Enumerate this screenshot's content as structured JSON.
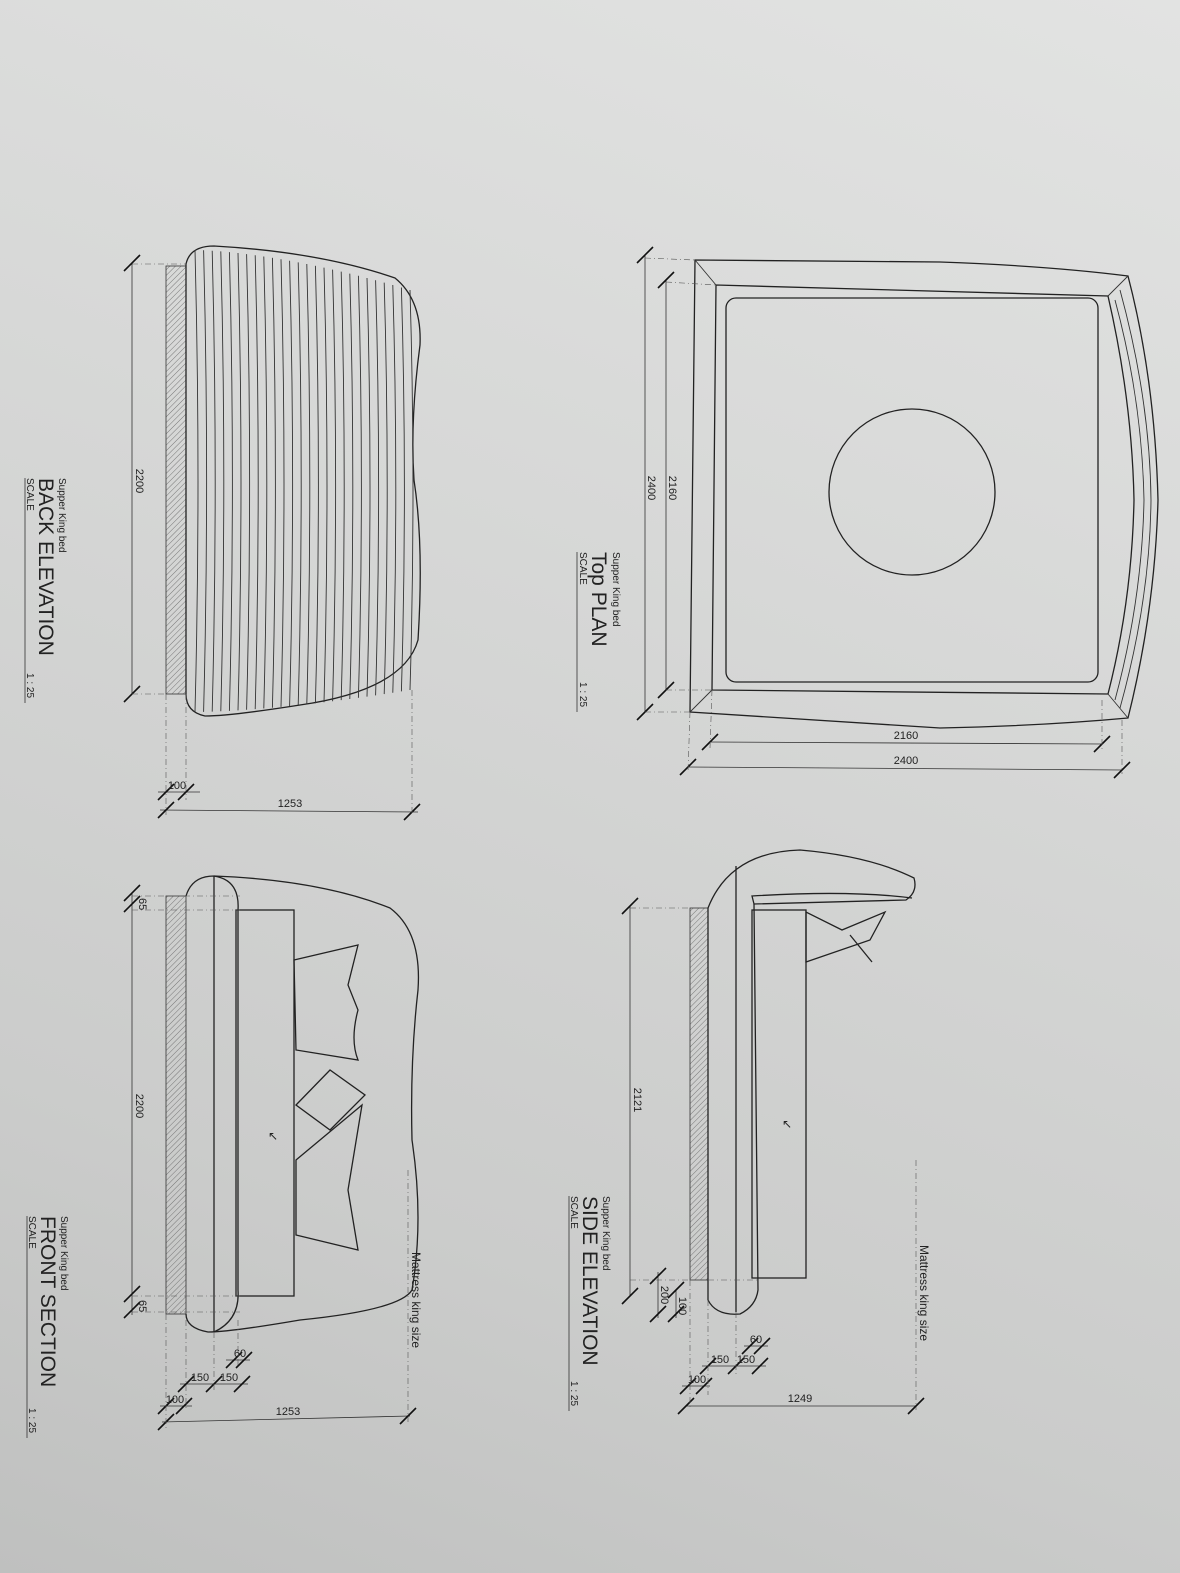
{
  "drawings": {
    "top_plan": {
      "subtitle": "Supper King bed",
      "title": "Top PLAN",
      "scale_label": "SCALE",
      "scale_value": "1 : 25",
      "dims": {
        "outer_h": "2400",
        "inner_h": "2160",
        "inner_w": "2160",
        "outer_w": "2400"
      }
    },
    "back_elevation": {
      "subtitle": "Supper King bed",
      "title": "BACK ELEVATION",
      "scale_label": "SCALE",
      "scale_value": "1 : 25",
      "dims": {
        "width": "2200",
        "base": "100",
        "depth": "1253"
      }
    },
    "side_elevation": {
      "subtitle": "Supper King bed",
      "title": "SIDE ELEVATION",
      "scale_label": "SCALE",
      "scale_value": "1 : 25",
      "note": "Mattress king size",
      "dims": {
        "length": "2121",
        "d200": "200",
        "d100a": "100",
        "d60": "60",
        "d150a": "150",
        "d150b": "150",
        "d100b": "100",
        "depth": "1249"
      }
    },
    "front_section": {
      "subtitle": "Supper King bed",
      "title": "FRONT SECTION",
      "scale_label": "SCALE",
      "scale_value": "1 : 25",
      "note": "Mattress king size",
      "dims": {
        "width": "2200",
        "d65a": "65",
        "d65b": "65",
        "d60": "60",
        "d150a": "150",
        "d150b": "150",
        "d100": "100",
        "depth": "1253"
      }
    }
  }
}
